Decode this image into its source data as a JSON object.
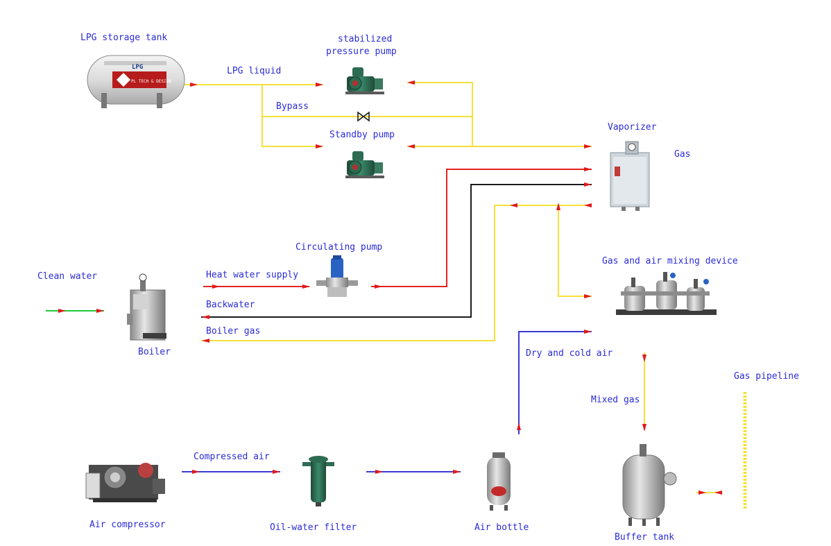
{
  "labels": {
    "lpg_storage_tank": "LPG storage tank",
    "lpg_liquid": "LPG liquid",
    "stabilized_line1": "stabilized",
    "stabilized_line2": "pressure pump",
    "bypass": "Bypass",
    "standby_pump": "Standby pump",
    "vaporizer": "Vaporizer",
    "gas": "Gas",
    "circulating_pump": "Circulating pump",
    "gas_air_mixing_device": "Gas and air mixing device",
    "clean_water": "Clean water",
    "heat_water_supply": "Heat water supply",
    "backwater": "Backwater",
    "boiler_gas": "Boiler gas",
    "boiler": "Boiler",
    "dry_cold_air": "Dry and cold air",
    "gas_pipeline": "Gas pipeline",
    "mixed_gas": "Mixed gas",
    "compressed_air": "Compressed air",
    "air_compressor": "Air compressor",
    "oil_water_filter": "Oil-water filter",
    "air_bottle": "Air bottle",
    "buffer_tank": "Buffer tank"
  },
  "tank_markings": {
    "brand": "LPG",
    "company": "PL TECH & DESIGN"
  },
  "colors": {
    "label_text": "#2b2bd6",
    "lpg_line": "#f5e13a",
    "hot_water_line": "#e52222",
    "backwater_line": "#1a1a1a",
    "air_line": "#3a3ad4",
    "clean_water_line": "#22c93a",
    "arrow": "#e01919"
  }
}
